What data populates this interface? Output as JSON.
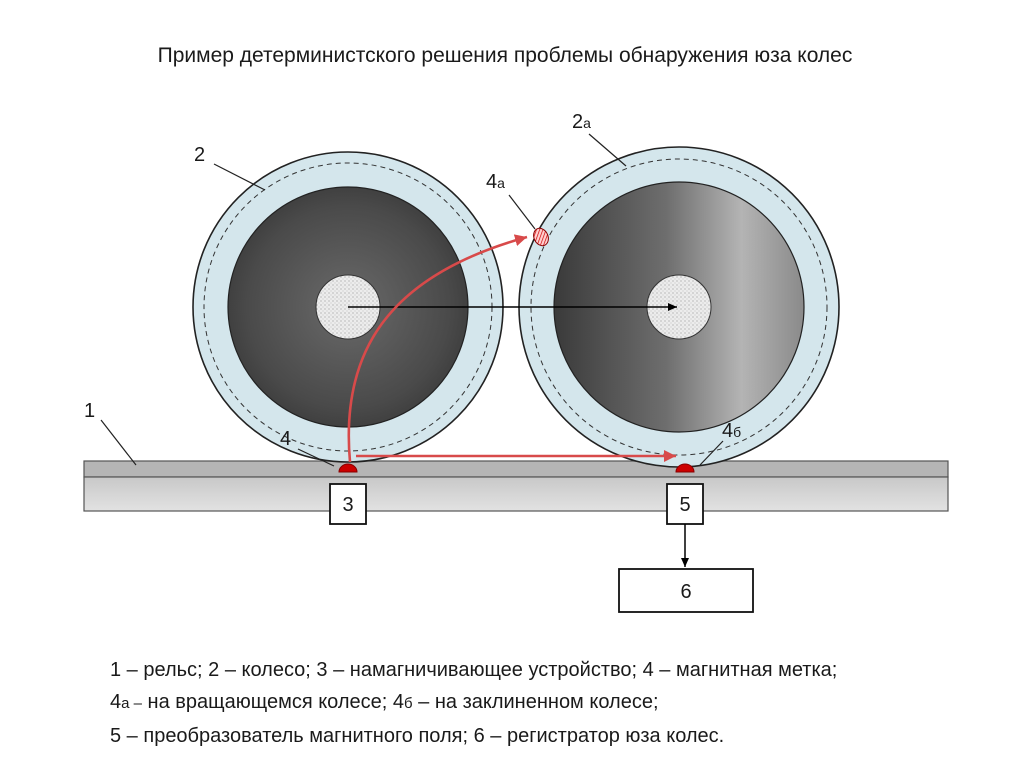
{
  "title": "Пример детерминистского решения проблемы обнаружения юза колес",
  "labels": {
    "rail": "1",
    "wheel": "2",
    "wheel_second_num": "2",
    "wheel_second_sub": "а",
    "mark": "4",
    "mark_rotating_num": "4",
    "mark_rotating_sub": "а",
    "mark_locked_num": "4",
    "mark_locked_sub": "б",
    "magnetizer": "3",
    "converter": "5",
    "recorder": "6"
  },
  "legend": {
    "line1": "1 – рельс; 2 – колесо; 3 – намагничивающее устройство; 4 – магнитная метка;",
    "line2_num": "4",
    "line2_sub_a": "а –",
    "line2_mid": " на вращающемся колесе; 4",
    "line2_sub_b": "б",
    "line2_end": " – на заклиненном колесе;",
    "line3": "5 – преобразователь магнитного поля; 6 – регистратор юза колес."
  },
  "colors": {
    "tire": "#d4e6ec",
    "wheel_dark": "#3e3e3e",
    "wheel_light": "#9a9a9a",
    "hub": "#e2e2e2",
    "rail_top": "#b8b8b8",
    "rail_body": "#d6d6d6",
    "arrow_red": "#d84a4a",
    "mark_red": "#cc0000"
  }
}
